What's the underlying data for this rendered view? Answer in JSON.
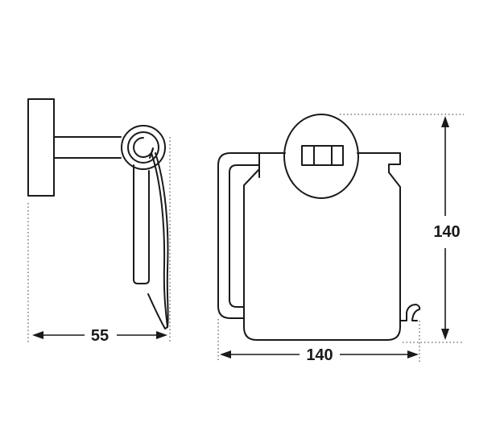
{
  "dimensions": {
    "side_depth": "55",
    "front_width": "140",
    "front_height": "140"
  },
  "colors": {
    "line": "#1a1a1a",
    "background": "#ffffff"
  }
}
